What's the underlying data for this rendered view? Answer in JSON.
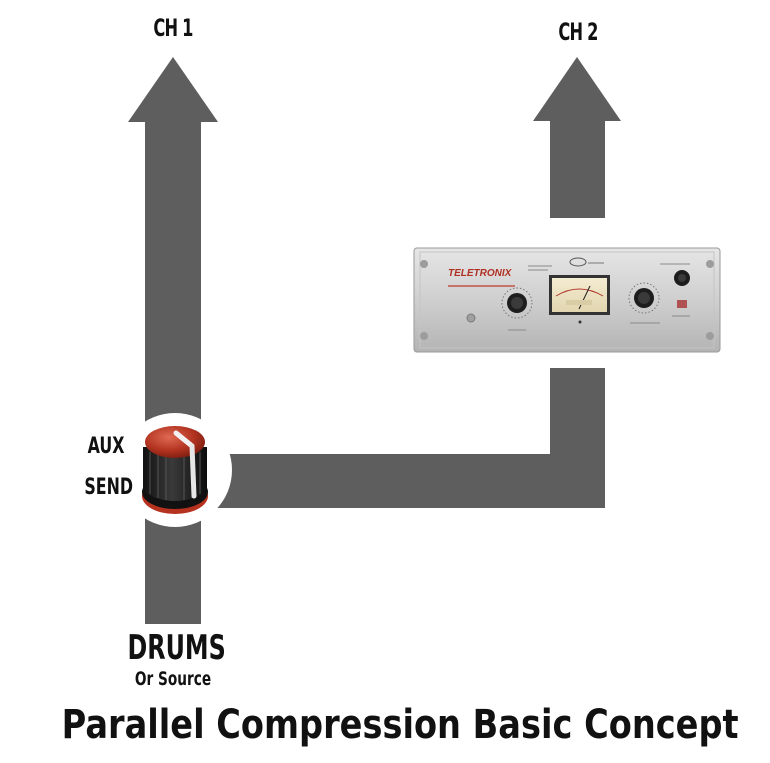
{
  "labels": {
    "ch1": "CH 1",
    "ch2": "CH 2",
    "aux_line1": "AUX",
    "aux_line2": "SEND",
    "drums": "DRUMS",
    "source": "Or Source",
    "title": "Parallel Compression Basic Concept"
  },
  "compressor": {
    "brand": "TELETRONIX"
  },
  "colors": {
    "arrow": "#5e5e5e",
    "knob_red": "#c0392b",
    "background": "#ffffff"
  }
}
